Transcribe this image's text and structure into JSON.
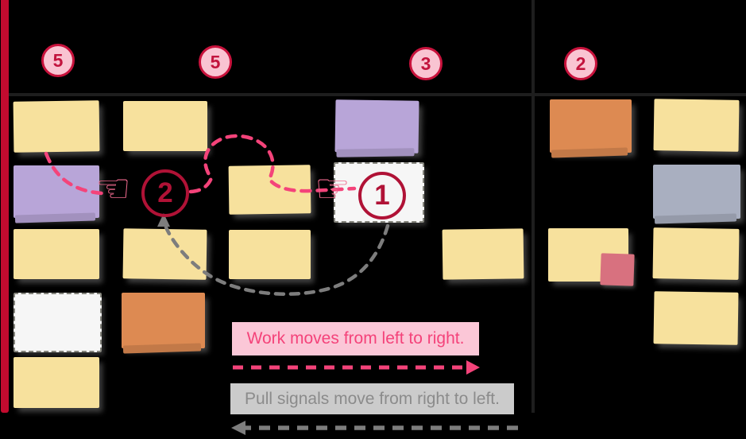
{
  "palette": {
    "background": "#000000",
    "board_line": "#1e1e1e",
    "kanban_bar": "#c30b2f",
    "badge_fill": "#f9c4d2",
    "badge_border": "#c8123c",
    "badge_text": "#c2143e",
    "step_red": "#b01236",
    "hand_pink": "#ef6a8e",
    "work_pink": "#f4437a",
    "work_label_bg": "#fbc7d7",
    "pull_gray": "#7d7d7d",
    "pull_label_bg": "#cbcbcb",
    "pull_label_text": "#8b8b8b",
    "slot_border": "#84847c",
    "note_yellow": "#f7e19d",
    "note_purple": "#b8a5d8",
    "note_orange": "#dd8a52",
    "note_gray": "#a9afc0",
    "note_pink": "#d8717f",
    "note_white": "#f6f6f6"
  },
  "board": {
    "columns": [
      {
        "wip_limit": "5"
      },
      {
        "wip_limit": "5"
      },
      {
        "wip_limit": "3"
      },
      {
        "wip_limit": "2"
      }
    ]
  },
  "pull_steps": [
    {
      "number": "1"
    },
    {
      "number": "2"
    }
  ],
  "icons": {
    "hand_pointing_right": "☞",
    "hand_pointing_left": "☜"
  },
  "legend": {
    "work": "Work moves from left to right.",
    "pull": "Pull signals move from right to left."
  }
}
